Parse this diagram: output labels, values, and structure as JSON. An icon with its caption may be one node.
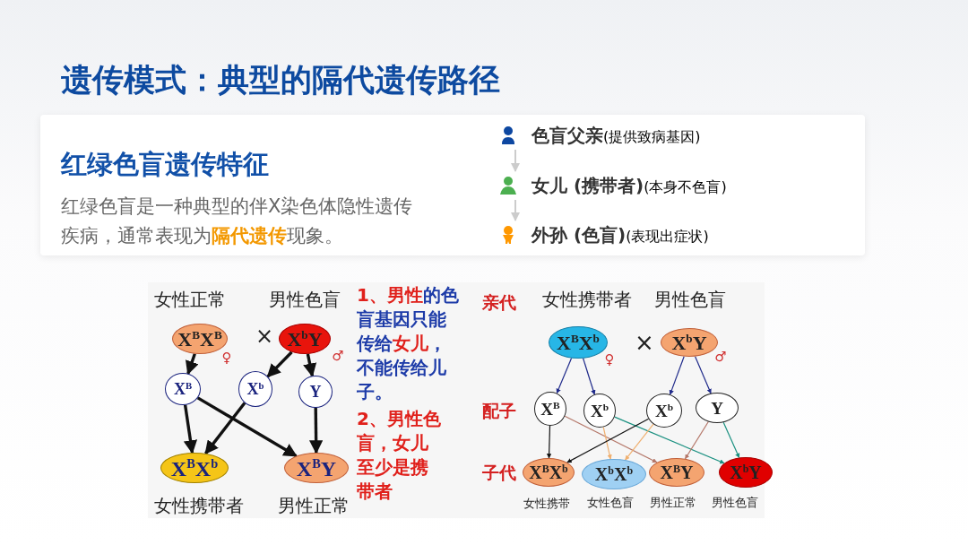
{
  "diagram": {
    "title": "遗传模式：典型的隔代遗传路径",
    "nodes": [
      {
        "text": [
          "红绿色盲遗传特征",
          "红绿色盲是一种典型的伴X染色体隐性遗传疾病，通常表现为**隔代遗传**现象。"
        ]
      },
      {
        "text": [
          "**色盲父亲**(提供致病基因)"
        ],
        "in": 0
      },
      {
        "text": [
          "**女儿 (携带者)**(本身不色盲)"
        ],
        "in": 0
      },
      {
        "text": [
          "**外孙 (色盲)**(表现出症状)"
        ],
        "in": 0
      },
      {
        "text": [
          "X$^{B}$X$^{B}$"
        ],
        "beside": [
          "女性正常",
          "♀"
        ]
      },
      {
        "text": [
          "X$^{b}$Y"
        ],
        "beside": [
          "男性色盲",
          "♂"
        ]
      },
      {
        "text": [
          "X$^{B}$"
        ]
      },
      {
        "text": [
          "X$^{b}$"
        ]
      },
      {
        "text": [
          "Y"
        ]
      },
      {
        "text": [
          "X$^{B}$X$^{b}$"
        ],
        "beside": [
          "女性携带者"
        ]
      },
      {
        "text": [
          "X$^{B}$Y"
        ],
        "beside": [
          "男性正常"
        ]
      },
      {
        "text": [
          "X$^{B}$X$^{b}$"
        ],
        "beside": [
          "女性携带者",
          "♀"
        ]
      },
      {
        "text": [
          "X$^{b}$Y"
        ],
        "beside": [
          "男性色盲",
          "♂"
        ]
      },
      {
        "text": [
          "X$^{B}$"
        ]
      },
      {
        "text": [
          "X$^{b}$"
        ]
      },
      {
        "text": [
          "X$^{b}$"
        ]
      },
      {
        "text": [
          "Y"
        ]
      },
      {
        "text": [
          "X$^{B}$X$^{b}$"
        ],
        "beside": [
          "女性携带"
        ]
      },
      {
        "text": [
          "X$^{b}$X$^{b}$"
        ],
        "beside": [
          "女性色盲"
        ]
      },
      {
        "text": [
          "X$^{B}$Y"
        ],
        "beside": [
          "男性正常"
        ]
      },
      {
        "text": [
          "X$^{b}$Y"
        ],
        "beside": [
          "男性色盲"
        ]
      }
    ],
    "edges": [
      {
        "from": 1,
        "to": 2,
        "arrow": "to",
        "color": "#cccccc"
      },
      {
        "from": 2,
        "to": 3,
        "arrow": "to",
        "color": "#cccccc"
      },
      {
        "from": 4,
        "to": 6,
        "arrow": "to",
        "style": "thick"
      },
      {
        "from": 5,
        "to": 7,
        "arrow": "to",
        "style": "thick"
      },
      {
        "from": 5,
        "to": 8,
        "arrow": "to",
        "style": "thick"
      },
      {
        "from": 6,
        "to": 9,
        "arrow": "to",
        "style": "thick"
      },
      {
        "from": 7,
        "to": 9,
        "arrow": "to",
        "style": "thick"
      },
      {
        "from": 6,
        "to": 10,
        "arrow": "to",
        "style": "thick"
      },
      {
        "from": 8,
        "to": 10,
        "arrow": "to",
        "style": "thick"
      },
      {
        "from": 11,
        "to": 13,
        "arrow": "to",
        "color": "#1f2a8a"
      },
      {
        "from": 11,
        "to": 14,
        "arrow": "to",
        "color": "#1f2a8a"
      },
      {
        "from": 12,
        "to": 15,
        "arrow": "to",
        "color": "#1f2a8a"
      },
      {
        "from": 12,
        "to": 16,
        "arrow": "to",
        "color": "#1f2a8a"
      },
      {
        "from": 13,
        "to": 17,
        "arrow": "to"
      },
      {
        "from": 13,
        "to": 19,
        "arrow": "to",
        "color": "#b5786a"
      },
      {
        "from": 14,
        "to": 18,
        "arrow": "to",
        "color": "#f0b070"
      },
      {
        "from": 14,
        "to": 20,
        "arrow": "to",
        "color": "#1a9080"
      },
      {
        "from": 15,
        "to": 17,
        "arrow": "to"
      },
      {
        "from": 15,
        "to": 18,
        "arrow": "to",
        "color": "#f0b070"
      },
      {
        "from": 16,
        "to": 19,
        "arrow": "to",
        "color": "#b5786a"
      },
      {
        "from": 16,
        "to": 20,
        "arrow": "to",
        "color": "#1a9080"
      }
    ],
    "labels": [
      "×",
      "**1、男性**的色盲基因只能传给**女儿**，不能传给儿子。",
      "2、男性色盲，女儿至少是携带者",
      "亲代",
      "×",
      "配子",
      "子代"
    ]
  }
}
